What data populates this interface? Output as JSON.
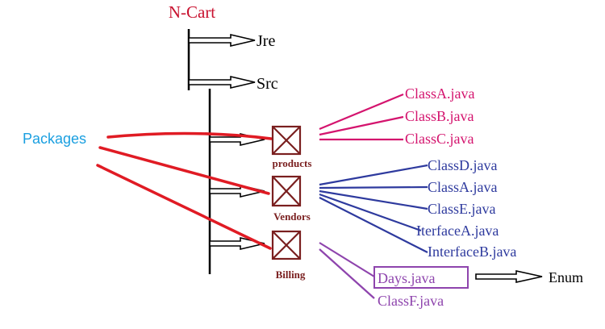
{
  "title": "N-Cart",
  "annotation": "Packages",
  "folders": [
    "Jre",
    "Src"
  ],
  "packages": [
    {
      "name": "products",
      "files": [
        "ClassA.java",
        "ClassB.java",
        "ClassC.java"
      ]
    },
    {
      "name": "Vendors",
      "files": [
        "ClassD.java",
        "ClassA.java",
        "ClassE.java",
        "IterfaceA.java",
        "InterfaceB.java"
      ]
    },
    {
      "name": "Billing",
      "files": [
        "Days.java",
        "ClassF.java"
      ]
    }
  ],
  "enum_label": "Enum",
  "colors": {
    "title": "#c8102e",
    "annotation": "#1a9fe0",
    "annotation_lines": "#e01b24",
    "package_box": "#7a1f1f",
    "products_files": "#d4146e",
    "vendors_files": "#2e3a9e",
    "billing_files": "#8e44ad",
    "tree": "#000000"
  }
}
